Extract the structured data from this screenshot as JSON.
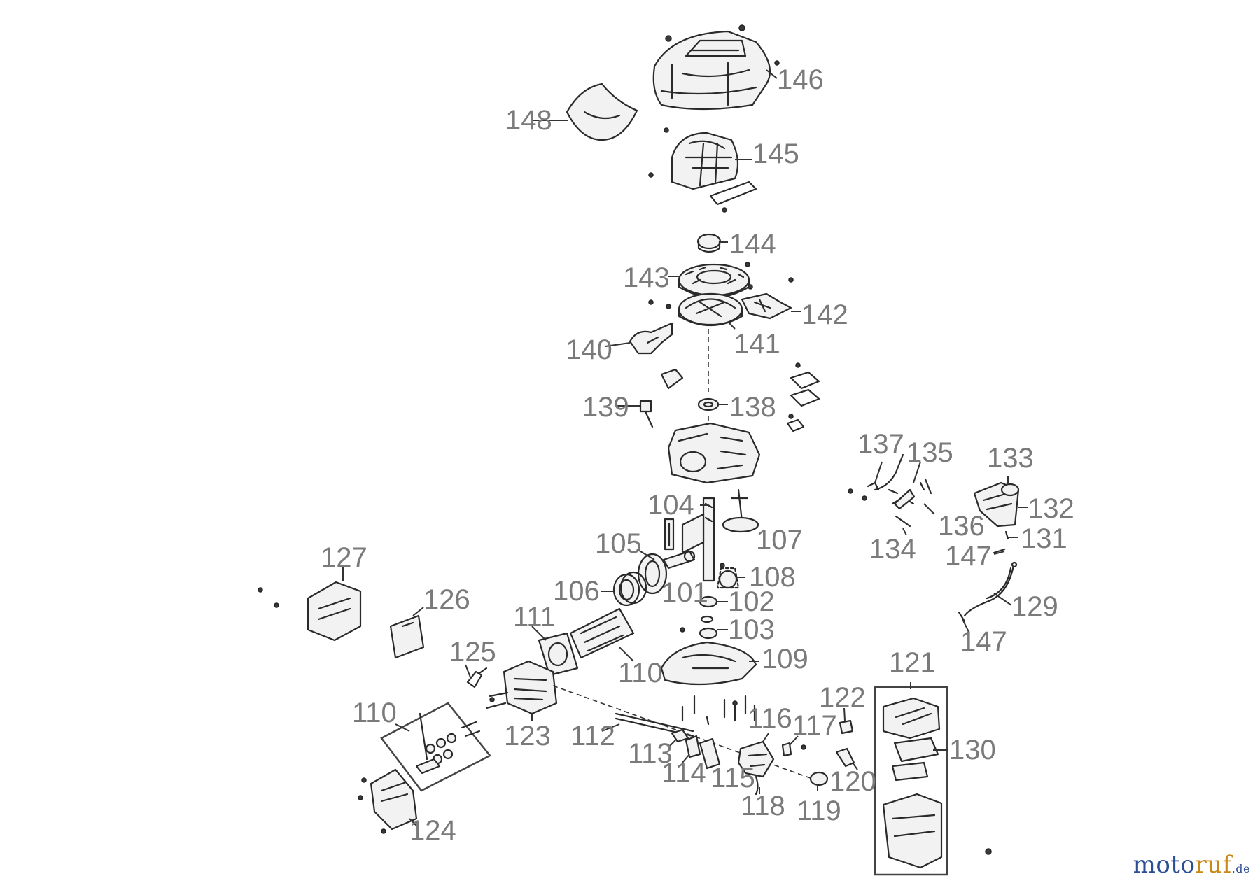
{
  "labels": {
    "p101": "101",
    "p102": "102",
    "p103": "103",
    "p104": "104",
    "p105": "105",
    "p106": "106",
    "p107": "107",
    "p108": "108",
    "p109": "109",
    "p110a": "110",
    "p110b": "110",
    "p111": "111",
    "p112": "112",
    "p113": "113",
    "p114": "114",
    "p115": "115",
    "p116": "116",
    "p117": "117",
    "p118": "118",
    "p119": "119",
    "p120": "120",
    "p121": "121",
    "p122": "122",
    "p123": "123",
    "p124": "124",
    "p125": "125",
    "p126": "126",
    "p127": "127",
    "p129": "129",
    "p130": "130",
    "p131": "131",
    "p132": "132",
    "p133": "133",
    "p134": "134",
    "p135": "135",
    "p136": "136",
    "p137": "137",
    "p138": "138",
    "p139": "139",
    "p140": "140",
    "p141": "141",
    "p142": "142",
    "p143": "143",
    "p144": "144",
    "p145": "145",
    "p146": "146",
    "p147a": "147",
    "p147b": "147",
    "p148": "148"
  },
  "watermark": {
    "main": "moto",
    "accent": "ruf",
    "suffix": ".de"
  },
  "colors": {
    "label": "#7a7a7a",
    "line": "#2a2a2a",
    "watermark_blue": "#2c4f93",
    "watermark_orange": "#c9881a"
  }
}
